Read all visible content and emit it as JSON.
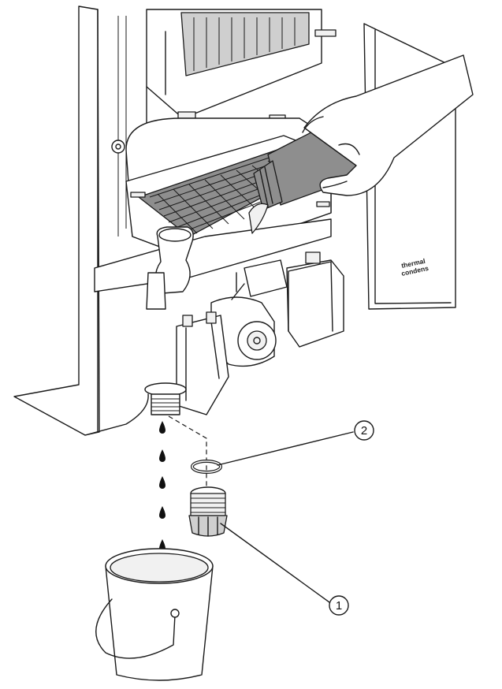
{
  "callouts": [
    {
      "id": "callout-1",
      "label": "1"
    },
    {
      "id": "callout-2",
      "label": "2"
    }
  ],
  "brand_label": {
    "line1": "thermal",
    "line2": "condens"
  },
  "colors": {
    "line": "#1a1a1a",
    "fill_light": "#f1f1f1",
    "fill_mid": "#cfcfcf",
    "fill_dark": "#8e8e8e",
    "background": "#ffffff"
  }
}
